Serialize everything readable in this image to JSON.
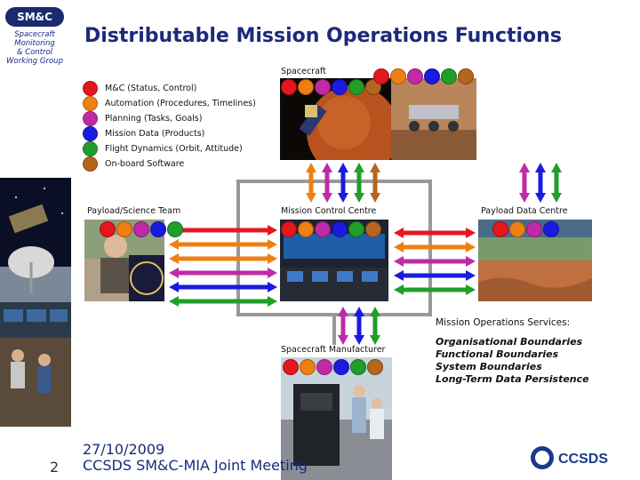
{
  "sidebar": {
    "wg_label": "Spacecraft\nMonitoring\n& Control\nWorking Group",
    "logo_text": "SM&C"
  },
  "title": "Distributable Mission Operations Functions",
  "legend": [
    {
      "label": "M&C (Status, Control)",
      "color": "#e6161e"
    },
    {
      "label": "Automation (Procedures, Timelines)",
      "color": "#f07f13"
    },
    {
      "label": "Planning (Tasks, Goals)",
      "color": "#c02aa6"
    },
    {
      "label": "Mission Data (Products)",
      "color": "#1a1ae0"
    },
    {
      "label": "Flight Dynamics (Orbit, Attitude)",
      "color": "#1f9e2a"
    },
    {
      "label": "On-board Software",
      "color": "#b5651d"
    }
  ],
  "nodes": {
    "spacecraft": "Spacecraft",
    "payload_team": "Payload/Science Team",
    "mcc": "Mission Control Centre",
    "pdc": "Payload Data Centre",
    "manufacturer": "Spacecraft  Manufacturer"
  },
  "services": {
    "heading": "Mission Operations Services:",
    "items": [
      "Organisational Boundaries",
      "Functional Boundaries",
      "System Boundaries",
      "Long-Term Data Persistence"
    ]
  },
  "footer": {
    "date": "27/10/2009",
    "meeting": "CCSDS SM&C-MIA Joint Meeting",
    "page": "2",
    "ccsds_logo": "CCSDS"
  }
}
